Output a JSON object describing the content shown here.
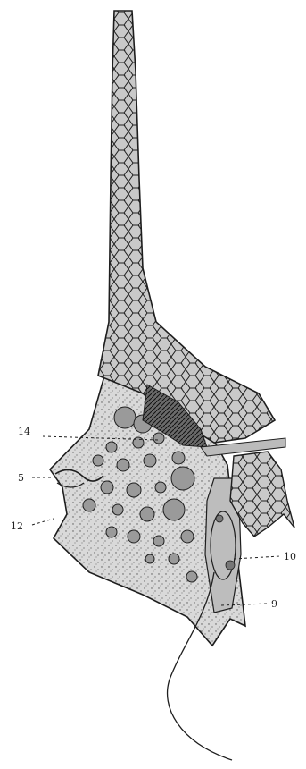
{
  "figure": {
    "labels": [
      {
        "id": "14",
        "text": "14"
      },
      {
        "id": "5",
        "text": "5"
      },
      {
        "id": "12",
        "text": "12"
      },
      {
        "id": "10",
        "text": "10"
      },
      {
        "id": "9",
        "text": "9"
      }
    ],
    "colors": {
      "plate_fill": "#c9c9c9",
      "plate_lines": "#1e1e1e",
      "body_fill": "#d9d9d9",
      "stipple": "#555555",
      "vacuole_fill": "#9a9a9a",
      "ink": "#1e1e1e"
    }
  }
}
